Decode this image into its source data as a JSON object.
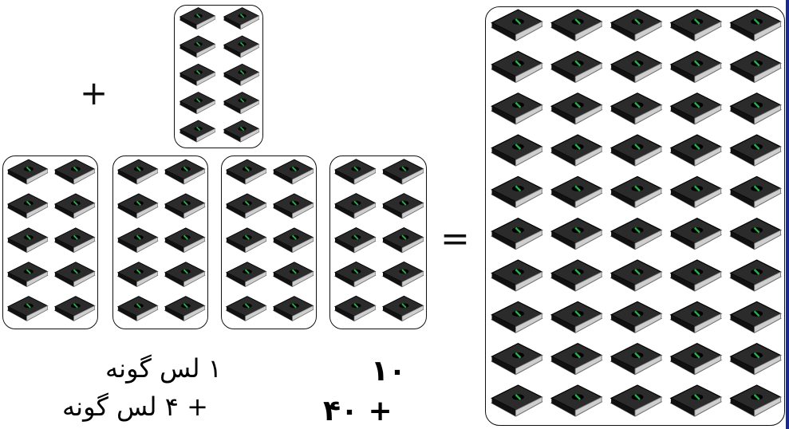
{
  "symbols": {
    "plus_top": "+",
    "equals": "="
  },
  "labels": {
    "tens_line1": "۱ لس گونه",
    "tens_line2": "+ ۴ لس گونه",
    "number_line1": "۱۰",
    "number_line2": "+ ۴۰"
  },
  "groups": {
    "top_ten_books": 10,
    "row_tens": [
      10,
      10,
      10,
      10
    ],
    "total_books": 50
  },
  "icon": "book-icon",
  "colors": {
    "book_cover": "#2b2b2b",
    "book_spine": "#111111",
    "book_pages": "#e6e6e6",
    "book_accent": "#23b24a",
    "border": "#111111"
  }
}
